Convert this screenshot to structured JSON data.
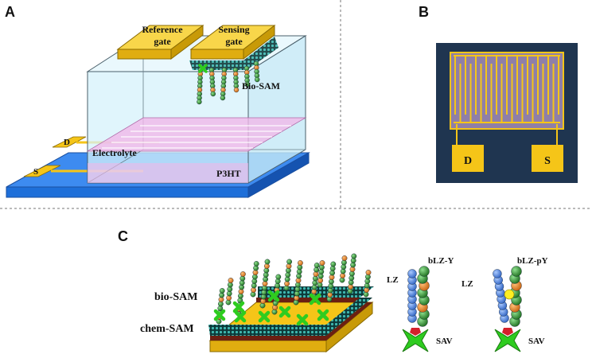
{
  "panels": {
    "a": {
      "letter": "A",
      "reference_gate": [
        "Reference",
        "gate"
      ],
      "sensing_gate": [
        "Sensing",
        "gate"
      ],
      "bio_sam": "Bio-SAM",
      "electrolyte": "Electrolyte",
      "p3ht": "P3HT",
      "drain": "D",
      "source": "S"
    },
    "b": {
      "letter": "B",
      "drain": "D",
      "source": "S"
    },
    "c": {
      "letter": "C",
      "bio_sam": "bio-SAM",
      "chem_sam": "chem-SAM",
      "lz_1": "LZ",
      "blz_y": "bLZ-Y",
      "sav_1": "SAV",
      "lz_2": "LZ",
      "blz_py": "bLZ-pY",
      "sav_2": "SAV"
    }
  },
  "colors": {
    "gold": "#f5c518",
    "substrate_blue": "#1e6fd9",
    "electrolyte_cyan": "#d6f2fb",
    "p3ht_pink": "#f0b8e8",
    "chip_navy": "#1f3550",
    "chip_purple": "#8f7fa8",
    "strand_green": "#2e8b2e",
    "strand_orange": "#f08a24",
    "lz_blue": "#5b95e6",
    "sav_green": "#2ecc1f",
    "phospho_yellow": "#ffee22",
    "ring_red": "#d4202a"
  }
}
